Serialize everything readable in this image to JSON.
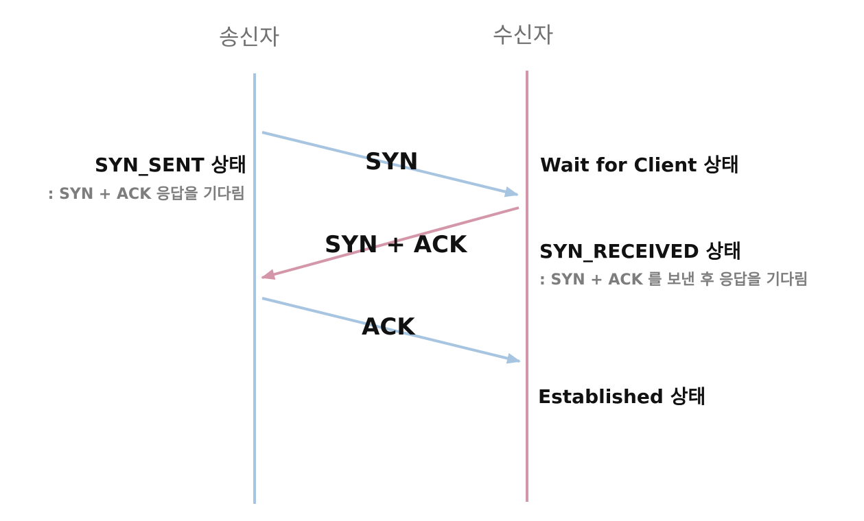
{
  "actors": {
    "sender": "송신자",
    "receiver": "수신자"
  },
  "colors": {
    "sender_line": "#a7c5e0",
    "receiver_line": "#d497aa",
    "syn_arrow": "#a7c5e0",
    "synack_arrow": "#d497aa",
    "ack_arrow": "#a7c5e0",
    "text": "#111111",
    "note_text": "#7d7d7d"
  },
  "messages": {
    "syn": "SYN",
    "syn_ack": "SYN + ACK",
    "ack": "ACK"
  },
  "sender_state": {
    "title": "SYN_SENT 상태",
    "note": ": SYN + ACK 응답을 기다림"
  },
  "receiver_states": {
    "wait": "Wait for Client  상태",
    "received": "SYN_RECEIVED 상태",
    "received_note": ": SYN + ACK 를 보낸 후 응답을 기다림",
    "established": "Established  상태"
  }
}
